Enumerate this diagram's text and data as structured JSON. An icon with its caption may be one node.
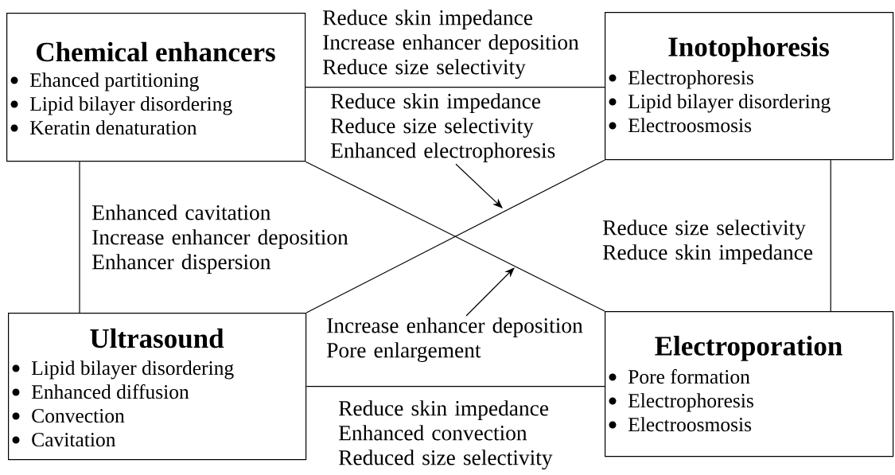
{
  "diagram": {
    "nodes": [
      {
        "text": [
          "Chemical enhancers",
          "Ehanced partitioning",
          "Lipid bilayer disordering",
          "Keratin denaturation"
        ]
      },
      {
        "text": [
          "Inotophoresis",
          "Electrophoresis",
          "Lipid bilayer disordering",
          "Electroosmosis"
        ]
      },
      {
        "text": [
          "Ultrasound",
          "Lipid bilayer disordering",
          "Enhanced diffusion",
          "Convection",
          "Cavitation"
        ]
      },
      {
        "text": [
          "Electroporation",
          "Pore formation",
          "Electrophoresis",
          "Electroosmosis"
        ]
      },
      {
        "text": [
          "Reduce skin impedance Reduce size selectivity Enhanced electrophoresis"
        ]
      },
      {
        "text": [
          "Increase enhancer deposition Pore enlargement"
        ]
      }
    ],
    "edges": [
      {
        "from": 0,
        "to": 1,
        "arrow": "none",
        "label": "Reduce skin impedance Increase enhancer deposition Reduce size selectivity"
      },
      {
        "from": 0,
        "to": 2,
        "arrow": "none",
        "label": "Enhanced cavitation Increase enhancer deposition Enhancer dispersion"
      },
      {
        "from": 1,
        "to": 3,
        "arrow": "none",
        "label": "Reduce size selectivity Reduce skin impedance"
      },
      {
        "from": 2,
        "to": 3,
        "arrow": "none",
        "label": "Reduce skin impedance Enhanced convection Reduced size selectivity"
      },
      {
        "from": 0,
        "to": 3,
        "arrow": "none"
      },
      {
        "from": 2,
        "to": 1,
        "arrow": "none"
      },
      {
        "from": 4,
        "to": null,
        "arrow": "to"
      },
      {
        "from": 5,
        "to": null,
        "arrow": "to"
      }
    ]
  }
}
